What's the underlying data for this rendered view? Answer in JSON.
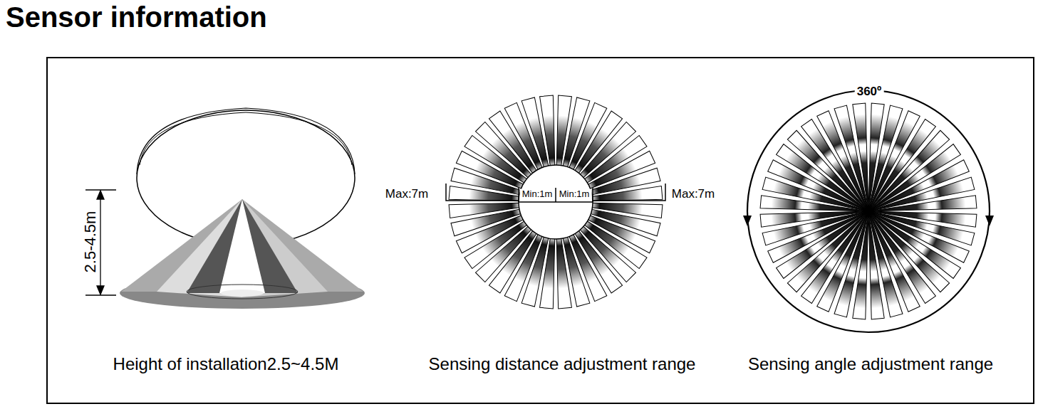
{
  "diagram": {
    "title": "Sensor information",
    "labels": [
      "2.5-4.5m",
      "Max:7m",
      "Min:1m",
      "Min:1m",
      "Max:7m",
      "360º",
      "Height of installation2.5~4.5M",
      "Sensing distance adjustment range",
      "Sensing angle adjustment range"
    ]
  }
}
